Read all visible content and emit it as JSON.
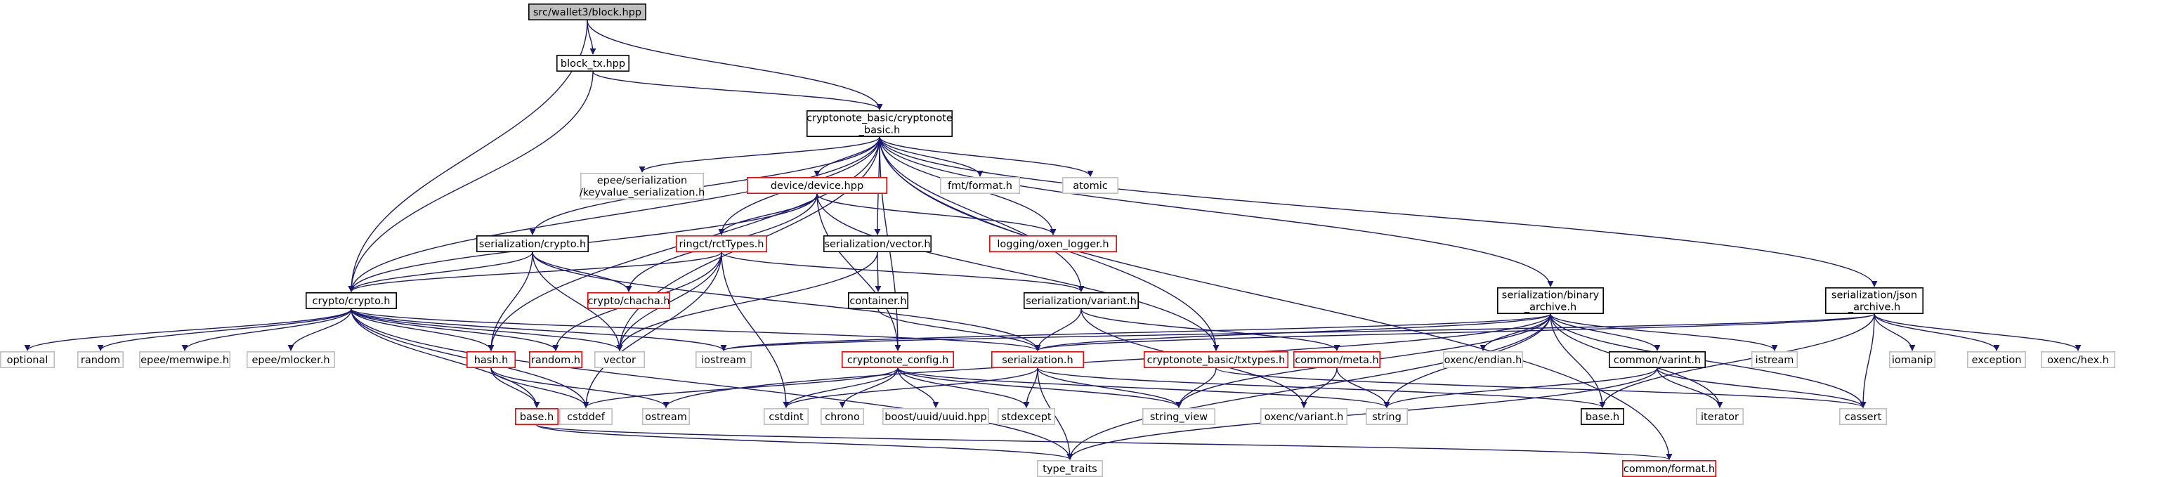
{
  "colors": {
    "edge": "#191970",
    "border_normal": "#000000",
    "border_incomplete": "#ff0000",
    "border_external": "#bfbfbf",
    "root_fill": "#bfbfbf",
    "node_fill": "#ffffff",
    "text": "#000000"
  },
  "nodes": [
    {
      "id": "block",
      "lines": [
        "src/wallet3/block.hpp"
      ],
      "kind": "root"
    },
    {
      "id": "block_tx",
      "lines": [
        "block_tx.hpp"
      ],
      "kind": "normal"
    },
    {
      "id": "cn_basic",
      "lines": [
        "cryptonote_basic/cryptonote",
        "_basic.h"
      ],
      "kind": "normal"
    },
    {
      "id": "epee_kv",
      "lines": [
        "epee/serialization",
        "/keyvalue_serialization.h"
      ],
      "kind": "external"
    },
    {
      "id": "device",
      "lines": [
        "device/device.hpp"
      ],
      "kind": "incomplete"
    },
    {
      "id": "fmt",
      "lines": [
        "fmt/format.h"
      ],
      "kind": "external"
    },
    {
      "id": "atomic",
      "lines": [
        "atomic"
      ],
      "kind": "external"
    },
    {
      "id": "ser_crypto",
      "lines": [
        "serialization/crypto.h"
      ],
      "kind": "normal"
    },
    {
      "id": "rct",
      "lines": [
        "ringct/rctTypes.h"
      ],
      "kind": "incomplete"
    },
    {
      "id": "ser_vector",
      "lines": [
        "serialization/vector.h"
      ],
      "kind": "normal"
    },
    {
      "id": "logging",
      "lines": [
        "logging/oxen_logger.h"
      ],
      "kind": "incomplete"
    },
    {
      "id": "crypto",
      "lines": [
        "crypto/crypto.h"
      ],
      "kind": "normal"
    },
    {
      "id": "chacha",
      "lines": [
        "crypto/chacha.h"
      ],
      "kind": "incomplete"
    },
    {
      "id": "container",
      "lines": [
        "container.h"
      ],
      "kind": "normal"
    },
    {
      "id": "ser_variant",
      "lines": [
        "serialization/variant.h"
      ],
      "kind": "normal"
    },
    {
      "id": "ser_binary",
      "lines": [
        "serialization/binary",
        "_archive.h"
      ],
      "kind": "normal"
    },
    {
      "id": "ser_json",
      "lines": [
        "serialization/json",
        "_archive.h"
      ],
      "kind": "normal"
    },
    {
      "id": "optional",
      "lines": [
        "optional"
      ],
      "kind": "external"
    },
    {
      "id": "random",
      "lines": [
        "random"
      ],
      "kind": "external"
    },
    {
      "id": "memwipe",
      "lines": [
        "epee/memwipe.h"
      ],
      "kind": "external"
    },
    {
      "id": "mlocker",
      "lines": [
        "epee/mlocker.h"
      ],
      "kind": "external"
    },
    {
      "id": "hash",
      "lines": [
        "hash.h"
      ],
      "kind": "incomplete"
    },
    {
      "id": "random_h",
      "lines": [
        "random.h"
      ],
      "kind": "incomplete"
    },
    {
      "id": "vector",
      "lines": [
        "vector"
      ],
      "kind": "external"
    },
    {
      "id": "iostream",
      "lines": [
        "iostream"
      ],
      "kind": "external"
    },
    {
      "id": "cn_config",
      "lines": [
        "cryptonote_config.h"
      ],
      "kind": "incomplete"
    },
    {
      "id": "serialization_h",
      "lines": [
        "serialization.h"
      ],
      "kind": "incomplete"
    },
    {
      "id": "txtypes",
      "lines": [
        "cryptonote_basic/txtypes.h"
      ],
      "kind": "incomplete"
    },
    {
      "id": "meta",
      "lines": [
        "common/meta.h"
      ],
      "kind": "incomplete"
    },
    {
      "id": "oxenc_endian",
      "lines": [
        "oxenc/endian.h"
      ],
      "kind": "external"
    },
    {
      "id": "varint",
      "lines": [
        "common/varint.h"
      ],
      "kind": "normal"
    },
    {
      "id": "istream",
      "lines": [
        "istream"
      ],
      "kind": "external"
    },
    {
      "id": "iomanip",
      "lines": [
        "iomanip"
      ],
      "kind": "external"
    },
    {
      "id": "exception",
      "lines": [
        "exception"
      ],
      "kind": "external"
    },
    {
      "id": "oxenc_hex",
      "lines": [
        "oxenc/hex.h"
      ],
      "kind": "external"
    },
    {
      "id": "base_red",
      "lines": [
        "base.h"
      ],
      "kind": "incomplete"
    },
    {
      "id": "cstddef",
      "lines": [
        "cstddef"
      ],
      "kind": "external"
    },
    {
      "id": "ostream",
      "lines": [
        "ostream"
      ],
      "kind": "external"
    },
    {
      "id": "cstdint",
      "lines": [
        "cstdint"
      ],
      "kind": "external"
    },
    {
      "id": "chrono",
      "lines": [
        "chrono"
      ],
      "kind": "external"
    },
    {
      "id": "boost_uuid",
      "lines": [
        "boost/uuid/uuid.hpp"
      ],
      "kind": "external"
    },
    {
      "id": "stdexcept",
      "lines": [
        "stdexcept"
      ],
      "kind": "external"
    },
    {
      "id": "string_view",
      "lines": [
        "string_view"
      ],
      "kind": "external"
    },
    {
      "id": "oxenc_variant",
      "lines": [
        "oxenc/variant.h"
      ],
      "kind": "external"
    },
    {
      "id": "string",
      "lines": [
        "string"
      ],
      "kind": "external"
    },
    {
      "id": "base_black",
      "lines": [
        "base.h"
      ],
      "kind": "normal"
    },
    {
      "id": "iterator",
      "lines": [
        "iterator"
      ],
      "kind": "external"
    },
    {
      "id": "cassert",
      "lines": [
        "cassert"
      ],
      "kind": "external"
    },
    {
      "id": "type_traits",
      "lines": [
        "type_traits"
      ],
      "kind": "external"
    },
    {
      "id": "common_format",
      "lines": [
        "common/format.h"
      ],
      "kind": "incomplete"
    }
  ],
  "edges": [
    [
      "block",
      "block_tx"
    ],
    [
      "block",
      "cn_basic"
    ],
    [
      "block",
      "crypto"
    ],
    [
      "block_tx",
      "cn_basic"
    ],
    [
      "block_tx",
      "crypto"
    ],
    [
      "cn_basic",
      "epee_kv"
    ],
    [
      "cn_basic",
      "device"
    ],
    [
      "cn_basic",
      "fmt"
    ],
    [
      "cn_basic",
      "atomic"
    ],
    [
      "cn_basic",
      "ser_crypto"
    ],
    [
      "cn_basic",
      "rct"
    ],
    [
      "cn_basic",
      "ser_vector"
    ],
    [
      "cn_basic",
      "logging"
    ],
    [
      "cn_basic",
      "crypto"
    ],
    [
      "cn_basic",
      "hash"
    ],
    [
      "cn_basic",
      "vector"
    ],
    [
      "cn_basic",
      "cn_config"
    ],
    [
      "cn_basic",
      "ser_variant"
    ],
    [
      "cn_basic",
      "txtypes"
    ],
    [
      "cn_basic",
      "ser_binary"
    ],
    [
      "cn_basic",
      "ser_json"
    ],
    [
      "cn_basic",
      "common_format"
    ],
    [
      "device",
      "crypto"
    ],
    [
      "device",
      "chacha"
    ],
    [
      "device",
      "rct"
    ],
    [
      "device",
      "logging"
    ],
    [
      "device",
      "cn_config"
    ],
    [
      "device",
      "txtypes"
    ],
    [
      "ser_crypto",
      "crypto"
    ],
    [
      "ser_crypto",
      "chacha"
    ],
    [
      "ser_crypto",
      "hash"
    ],
    [
      "ser_crypto",
      "vector"
    ],
    [
      "ser_crypto",
      "serialization_h"
    ],
    [
      "rct",
      "crypto"
    ],
    [
      "rct",
      "ser_variant"
    ],
    [
      "rct",
      "vector"
    ],
    [
      "rct",
      "random_h"
    ],
    [
      "rct",
      "cstddef"
    ],
    [
      "rct",
      "cstdint"
    ],
    [
      "ser_vector",
      "container"
    ],
    [
      "ser_vector",
      "vector"
    ],
    [
      "container",
      "serialization_h"
    ],
    [
      "ser_variant",
      "serialization_h"
    ],
    [
      "ser_variant",
      "meta"
    ],
    [
      "ser_variant",
      "oxenc_variant"
    ],
    [
      "crypto",
      "optional"
    ],
    [
      "crypto",
      "random"
    ],
    [
      "crypto",
      "memwipe"
    ],
    [
      "crypto",
      "mlocker"
    ],
    [
      "crypto",
      "hash"
    ],
    [
      "crypto",
      "random_h"
    ],
    [
      "crypto",
      "vector"
    ],
    [
      "crypto",
      "iostream"
    ],
    [
      "crypto",
      "cstddef"
    ],
    [
      "crypto",
      "base_red"
    ],
    [
      "crypto",
      "type_traits"
    ],
    [
      "crypto",
      "serialization_h"
    ],
    [
      "hash",
      "base_red"
    ],
    [
      "hash",
      "cstddef"
    ],
    [
      "hash",
      "ostream"
    ],
    [
      "base_red",
      "type_traits"
    ],
    [
      "base_red",
      "common_format"
    ],
    [
      "cn_config",
      "cstdint"
    ],
    [
      "cn_config",
      "chrono"
    ],
    [
      "cn_config",
      "boost_uuid"
    ],
    [
      "cn_config",
      "stdexcept"
    ],
    [
      "cn_config",
      "string_view"
    ],
    [
      "cn_config",
      "string"
    ],
    [
      "cn_config",
      "cstddef"
    ],
    [
      "serialization_h",
      "cstdint"
    ],
    [
      "serialization_h",
      "stdexcept"
    ],
    [
      "serialization_h",
      "string_view"
    ],
    [
      "serialization_h",
      "type_traits"
    ],
    [
      "serialization_h",
      "base_black"
    ],
    [
      "txtypes",
      "string_view"
    ],
    [
      "txtypes",
      "cassert"
    ],
    [
      "meta",
      "string"
    ],
    [
      "meta",
      "oxenc_variant"
    ],
    [
      "ser_binary",
      "iostream"
    ],
    [
      "ser_binary",
      "oxenc_endian"
    ],
    [
      "ser_binary",
      "varint"
    ],
    [
      "ser_binary",
      "istream"
    ],
    [
      "ser_binary",
      "serialization_h"
    ],
    [
      "ser_binary",
      "string_view"
    ],
    [
      "ser_binary",
      "string"
    ],
    [
      "ser_binary",
      "base_black"
    ],
    [
      "ser_binary",
      "iterator"
    ],
    [
      "ser_binary",
      "cassert"
    ],
    [
      "ser_binary",
      "type_traits"
    ],
    [
      "ser_binary",
      "ostream"
    ],
    [
      "ser_json",
      "iostream"
    ],
    [
      "ser_json",
      "iomanip"
    ],
    [
      "ser_json",
      "exception"
    ],
    [
      "ser_json",
      "oxenc_hex"
    ],
    [
      "ser_json",
      "cassert"
    ],
    [
      "ser_json",
      "serialization_h"
    ],
    [
      "ser_json",
      "base_black"
    ],
    [
      "varint",
      "string"
    ],
    [
      "varint",
      "iterator"
    ],
    [
      "varint",
      "cassert"
    ],
    [
      "varint",
      "type_traits"
    ]
  ]
}
